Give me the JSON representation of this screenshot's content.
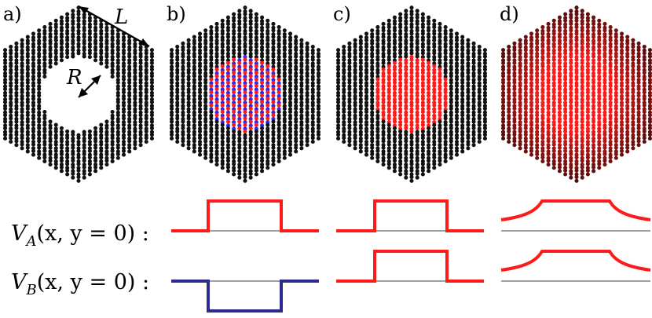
{
  "panels": [
    {
      "label": "a)",
      "variant": "hole"
    },
    {
      "label": "b)",
      "variant": "alternating"
    },
    {
      "label": "c)",
      "variant": "uniform"
    },
    {
      "label": "d)",
      "variant": "smooth"
    }
  ],
  "annotations": {
    "length_label": "L",
    "radius_label": "R"
  },
  "rows": [
    {
      "label": "V",
      "subscript": "A",
      "arguments": "(x, y = 0) :"
    },
    {
      "label": "V",
      "subscript": "B",
      "arguments": "(x, y = 0) :"
    }
  ],
  "colors": {
    "lattice_site": "#111111",
    "potential_a": "#ff1a1a",
    "potential_b": "#2b2b8f",
    "sublattice_b_site": "#2a2aee",
    "smooth_edge_site": "#4a0d0d",
    "baseline": "#000000"
  },
  "profiles": {
    "b": {
      "row_a": "step-up",
      "row_b": "step-down"
    },
    "c": {
      "row_a": "step-up",
      "row_b": "step-up"
    },
    "d": {
      "row_a": "smooth-up",
      "row_b": "smooth-up"
    }
  }
}
